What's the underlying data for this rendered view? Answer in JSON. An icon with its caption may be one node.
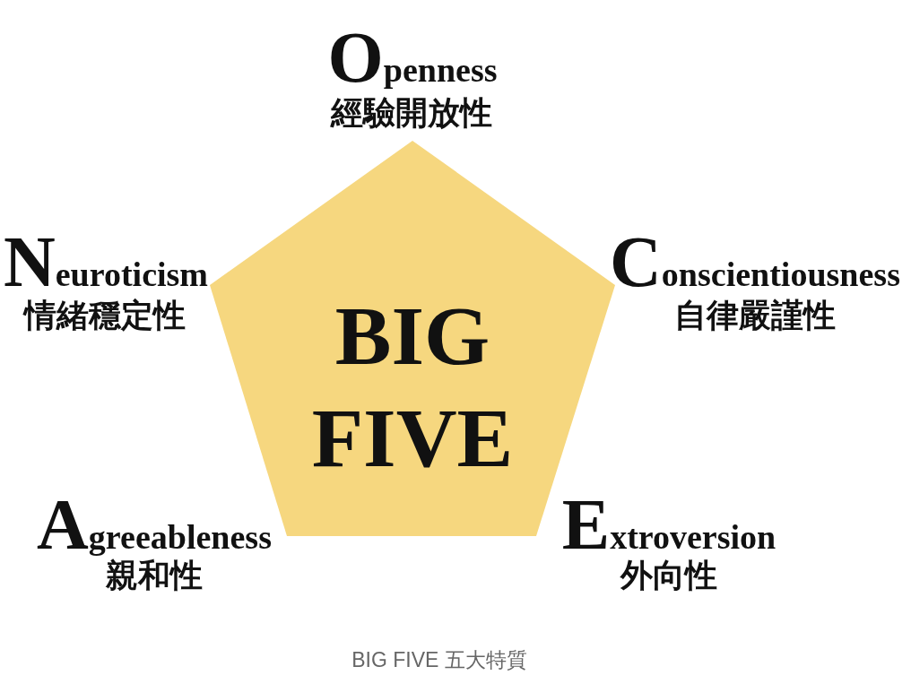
{
  "diagram": {
    "caption": "BIG FIVE 五大特質",
    "nodes": [
      {
        "text": [
          "BIG FIVE"
        ],
        "beside": [
          "Openness",
          "經驗開放性",
          "Neuroticism",
          "情緒穩定性",
          "Conscientiousness",
          "自律嚴謹性",
          "Agreeableness",
          "親和性",
          "Extroversion",
          "外向性"
        ]
      }
    ]
  }
}
